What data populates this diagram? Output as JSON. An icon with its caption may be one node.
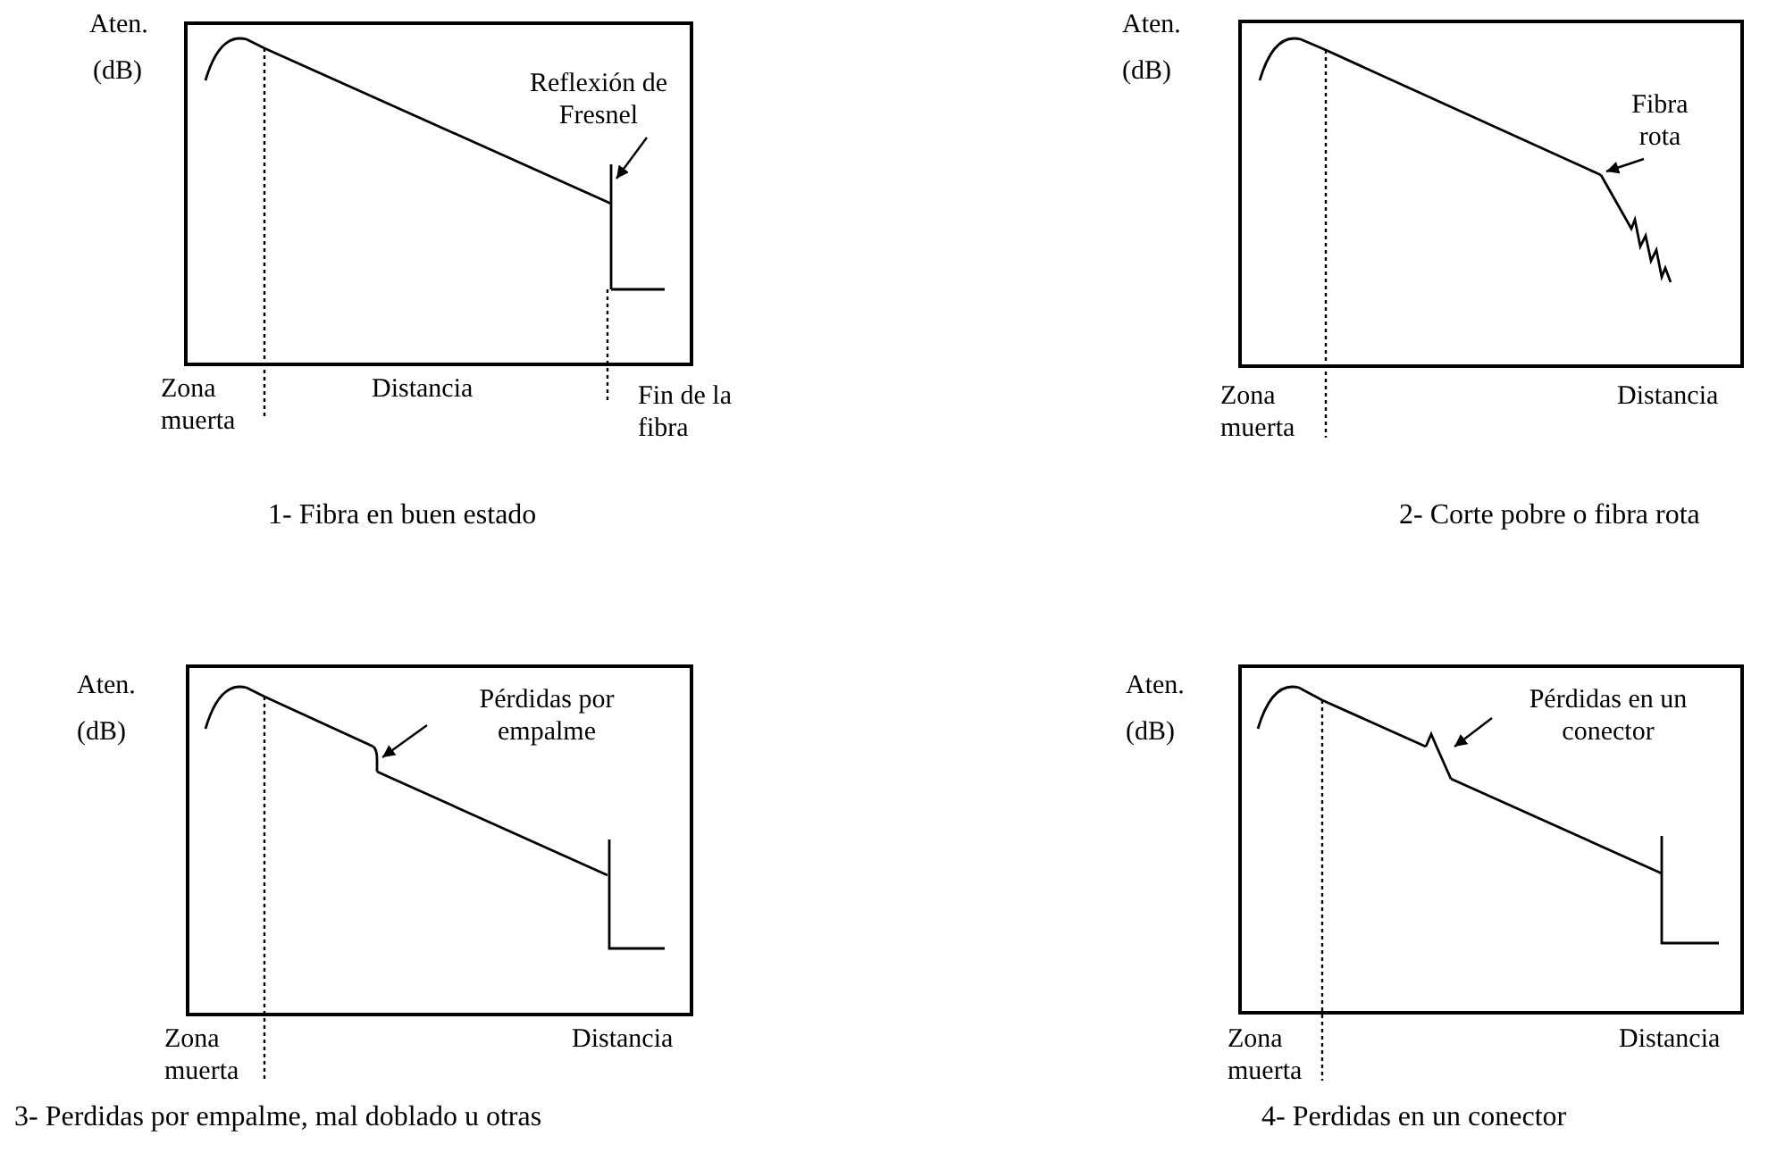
{
  "diagram": {
    "nodes": [
      {
        "text": [
          "Reflexión de Fresnel"
        ]
      },
      {
        "text": [
          "Fibra rota"
        ]
      },
      {
        "text": [
          "Pérdidas por empalme"
        ]
      },
      {
        "text": [
          "Pérdidas en un conector"
        ]
      },
      {
        "text": [],
        "shape": "line"
      },
      {
        "text": [],
        "shape": "line"
      },
      {
        "text": [],
        "shape": "line"
      },
      {
        "text": [],
        "shape": "line"
      }
    ],
    "edges": [
      {
        "from": 0,
        "to": 4,
        "arrow": "to"
      },
      {
        "from": 1,
        "to": 5,
        "arrow": "to"
      },
      {
        "from": 2,
        "to": 6,
        "arrow": "to"
      },
      {
        "from": 3,
        "to": 7,
        "arrow": "to"
      }
    ],
    "labels": [
      "Aten.",
      "(dB)",
      "Zona muerta",
      "Distancia",
      "Fin de la fibra",
      "1- Fibra en buen estado",
      "Aten.",
      "(dB)",
      "Zona muerta",
      "Distancia",
      "2- Corte pobre o fibra rota",
      "Aten.",
      "(dB)",
      "Zona muerta",
      "Distancia",
      "3- Perdidas por empalme, mal doblado u otras",
      "Aten.",
      "(dB)",
      "Zona muerta",
      "Distancia",
      "4- Perdidas en un conector"
    ]
  }
}
